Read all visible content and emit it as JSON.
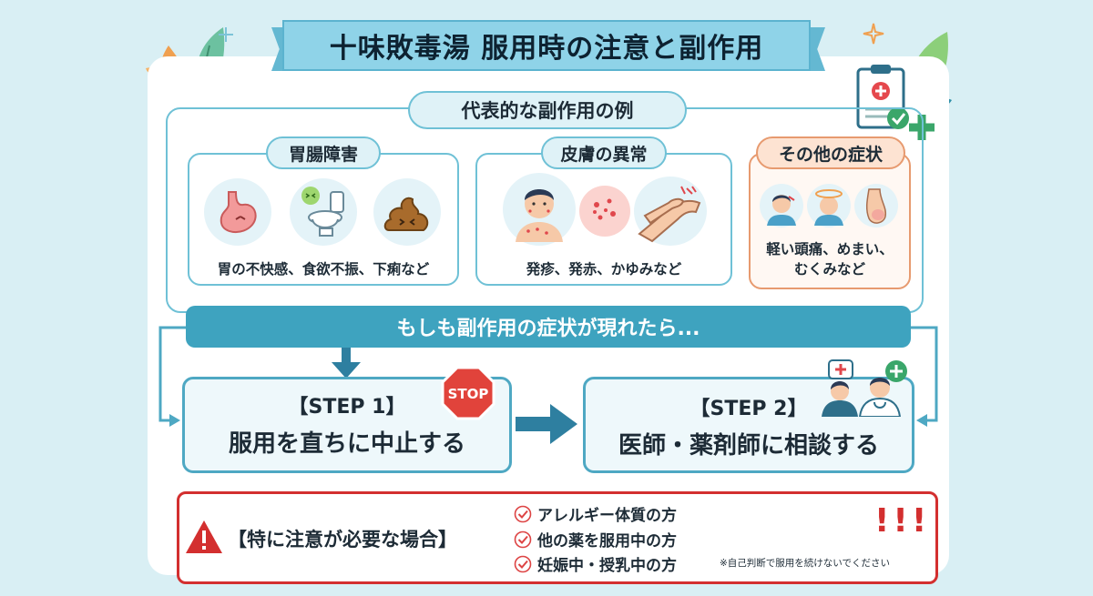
{
  "title": "十味敗毒湯 服用時の注意と副作用",
  "section_title": "代表的な副作用の例",
  "categories": [
    {
      "title": "胃腸障害",
      "caption": "胃の不快感、食欲不振、下痢など"
    },
    {
      "title": "皮膚の異常",
      "caption": "発疹、発赤、かゆみなど"
    },
    {
      "title": "その他の症状",
      "caption_line1": "軽い頭痛、めまい、",
      "caption_line2": "むくみなど"
    }
  ],
  "action_header": "もしも副作用の症状が現れたら...",
  "steps": [
    {
      "label": "【STEP 1】",
      "text": "服用を直ちに中止する",
      "badge": "STOP"
    },
    {
      "label": "【STEP 2】",
      "text": "医師・薬剤師に相談する"
    }
  ],
  "warning": {
    "label": "【特に注意が必要な場合】",
    "items": [
      "アレルギー体質の方",
      "他の薬を服用中の方",
      "妊娠中・授乳中の方"
    ],
    "marks": "!!!",
    "note": "※自己判断で服用を続けないでください"
  },
  "colors": {
    "accent": "#3ea3bf",
    "frame": "#6fc1d6",
    "warning": "#d32f2f",
    "other_box": "#e79a6f"
  },
  "icons": [
    "leaf-icon",
    "clipboard-icon",
    "sparkle-icon",
    "stomach-icon",
    "toilet-icon",
    "poop-icon",
    "face-rash-icon",
    "skin-rash-icon",
    "itchy-arm-icon",
    "headache-icon",
    "dizziness-icon",
    "swelling-icon",
    "stop-sign-icon",
    "doctor-consult-icon",
    "warning-triangle-icon",
    "check-icon",
    "arrow-icon"
  ]
}
